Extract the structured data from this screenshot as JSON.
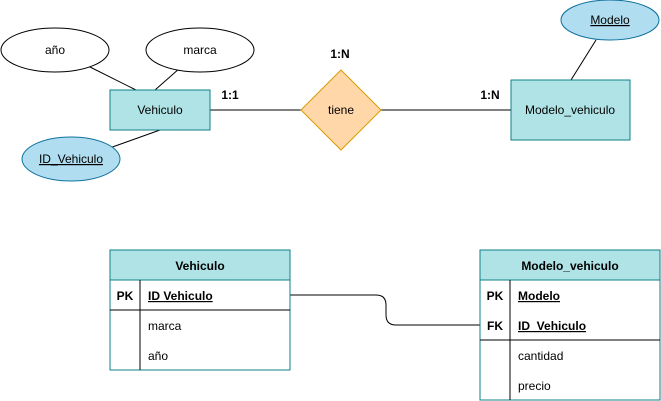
{
  "er": {
    "entities": {
      "vehiculo": "Vehiculo",
      "modelo_vehiculo": "Modelo_vehiculo"
    },
    "relationship": "tiene",
    "attributes": {
      "anio": "año",
      "marca": "marca",
      "id_vehiculo": "ID_Vehiculo",
      "modelo": "Modelo"
    },
    "cardinalities": {
      "top": "1:N",
      "left": "1:1",
      "right": "1:N"
    }
  },
  "tables": {
    "vehiculo": {
      "title": "Vehiculo",
      "rows": [
        {
          "key": "PK",
          "name": "ID Vehiculo"
        },
        {
          "key": "",
          "name": "marca"
        },
        {
          "key": "",
          "name": "año"
        }
      ]
    },
    "modelo_vehiculo": {
      "title": "Modelo_vehiculo",
      "rows": [
        {
          "key": "PK",
          "name": "Modelo"
        },
        {
          "key": "FK",
          "name": "ID_Vehiculo"
        },
        {
          "key": "",
          "name": "cantidad"
        },
        {
          "key": "",
          "name": "precio"
        }
      ]
    }
  },
  "colors": {
    "entity_fill": "#b0e3e6",
    "entity_stroke": "#0e8088",
    "key_attr_fill": "#b1ddf0",
    "key_attr_stroke": "#10739e",
    "relationship_fill": "#ffd7a8",
    "relationship_stroke": "#d79b00"
  }
}
